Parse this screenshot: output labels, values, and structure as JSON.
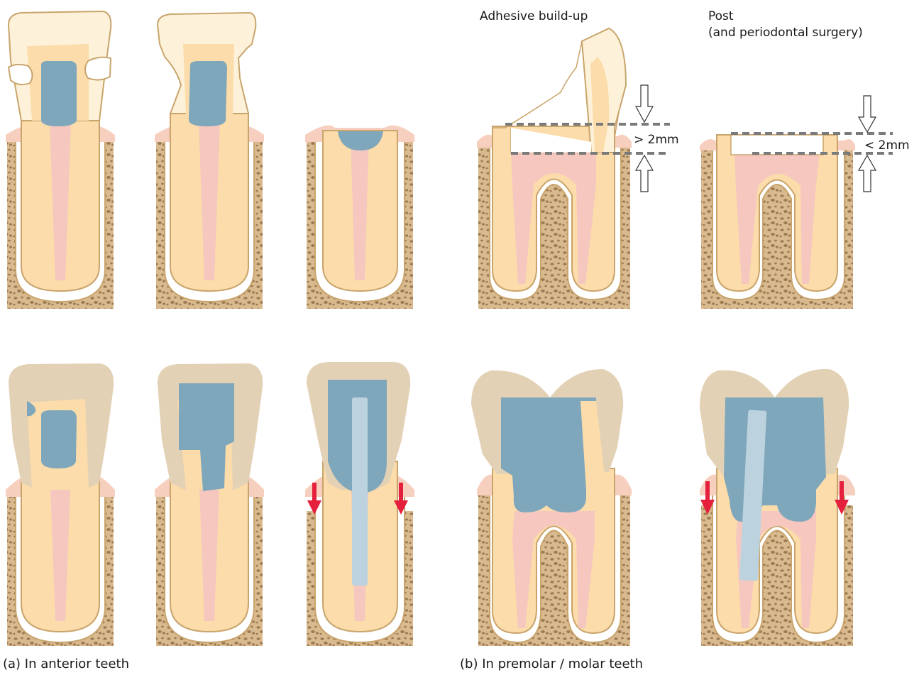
{
  "labels": {
    "adhesive_title": "Adhesive build-up",
    "post_title_line1": "Post",
    "post_title_line2": "(and periodontal surgery)",
    "gt2": "> 2mm",
    "lt2": "< 2mm",
    "caption_a": "(a) In anterior teeth",
    "caption_b": "(b) In premolar / molar teeth"
  },
  "colors": {
    "bone": "#d9b98e",
    "bone_spot": "#8c6a45",
    "dentin": "#fbdcaa",
    "enamel": "#fdf2d9",
    "pulp": "#f6c7bf",
    "gum": "#f7cfbf",
    "outline": "#c9a46c",
    "composite": "#7fa7bb",
    "post": "#bcd3df",
    "crown": "#e3d1b5",
    "arrow_red": "#e5203c",
    "dashed": "#7a7a7a"
  }
}
